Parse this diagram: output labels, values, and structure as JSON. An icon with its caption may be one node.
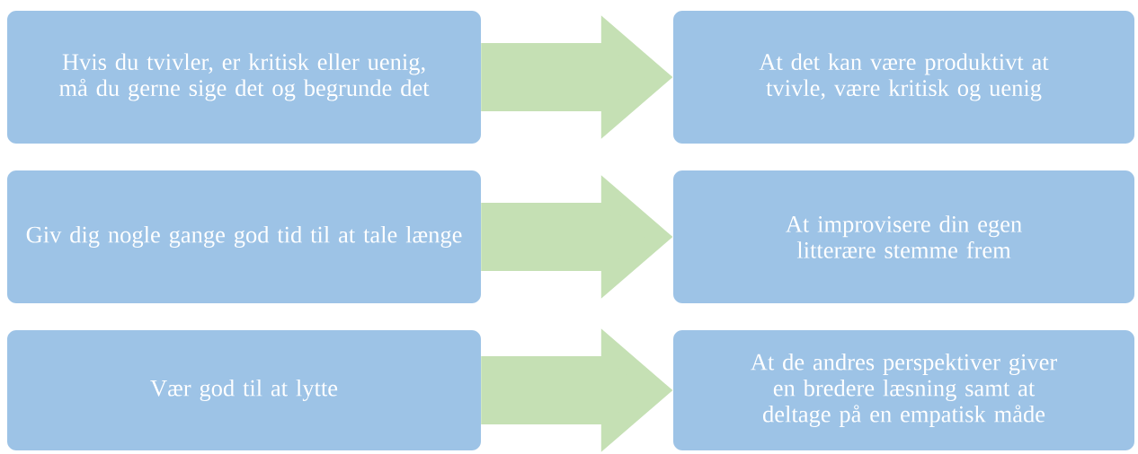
{
  "diagram": {
    "nodes": [
      {
        "text": [
          "Hvis du tvivler, er kritisk  eller uenig, må du gerne sige det og begrunde det"
        ]
      },
      {
        "text": [
          "At det kan være produktivt at tvivle, være kritisk og uenig"
        ]
      },
      {
        "text": [
          "Giv dig nogle gange god tid til at tale længe"
        ]
      },
      {
        "text": [
          "At improvisere din egen litterære stemme frem"
        ]
      },
      {
        "text": [
          "Vær god til at lytte"
        ]
      },
      {
        "text": [
          "At de andres perspektiver giver en bredere læsning samt at deltage på en empatisk måde"
        ]
      }
    ],
    "edges": [
      {
        "from": 0,
        "to": 1,
        "arrow": "to"
      },
      {
        "from": 2,
        "to": 3,
        "arrow": "to"
      },
      {
        "from": 4,
        "to": 5,
        "arrow": "to"
      }
    ]
  }
}
